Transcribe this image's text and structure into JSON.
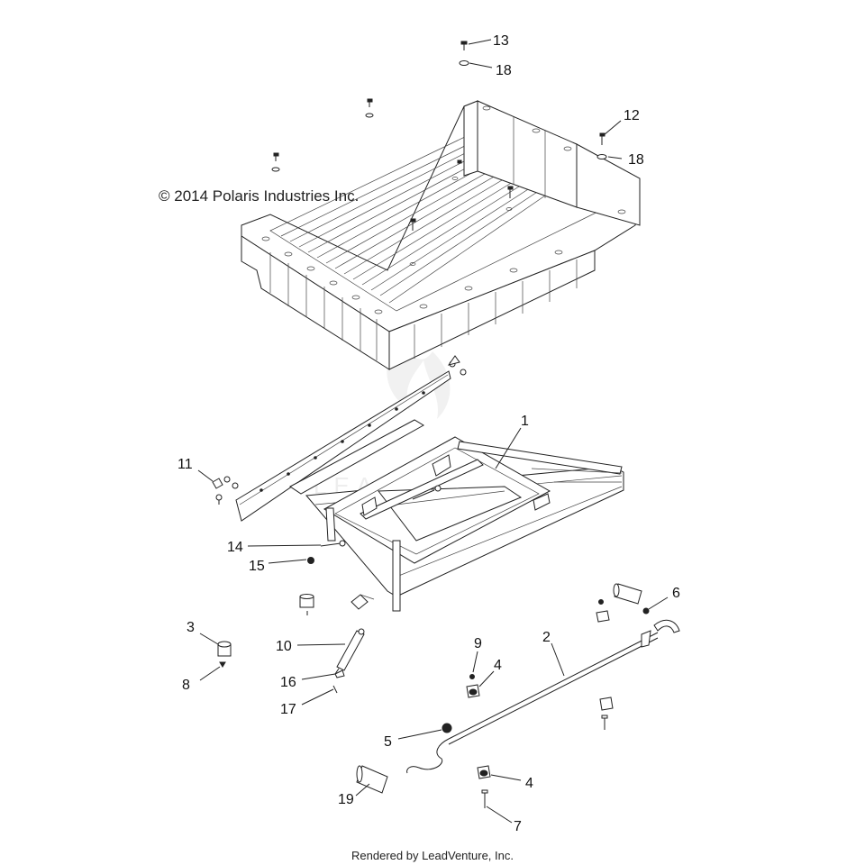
{
  "copyright": "© 2014 Polaris Industries Inc.",
  "footer": "Rendered by LeadVenture, Inc.",
  "watermark": "LEADVENTURE",
  "callouts": [
    {
      "id": "c13",
      "label": "13"
    },
    {
      "id": "c18a",
      "label": "18"
    },
    {
      "id": "c12",
      "label": "12"
    },
    {
      "id": "c18b",
      "label": "18"
    },
    {
      "id": "c1",
      "label": "1"
    },
    {
      "id": "c11",
      "label": "11"
    },
    {
      "id": "c14",
      "label": "14"
    },
    {
      "id": "c15",
      "label": "15"
    },
    {
      "id": "c6",
      "label": "6"
    },
    {
      "id": "c2",
      "label": "2"
    },
    {
      "id": "c3",
      "label": "3"
    },
    {
      "id": "c10",
      "label": "10"
    },
    {
      "id": "c9",
      "label": "9"
    },
    {
      "id": "c4a",
      "label": "4"
    },
    {
      "id": "c8",
      "label": "8"
    },
    {
      "id": "c16",
      "label": "16"
    },
    {
      "id": "c17",
      "label": "17"
    },
    {
      "id": "c5",
      "label": "5"
    },
    {
      "id": "c4b",
      "label": "4"
    },
    {
      "id": "c19",
      "label": "19"
    },
    {
      "id": "c7",
      "label": "7"
    }
  ]
}
